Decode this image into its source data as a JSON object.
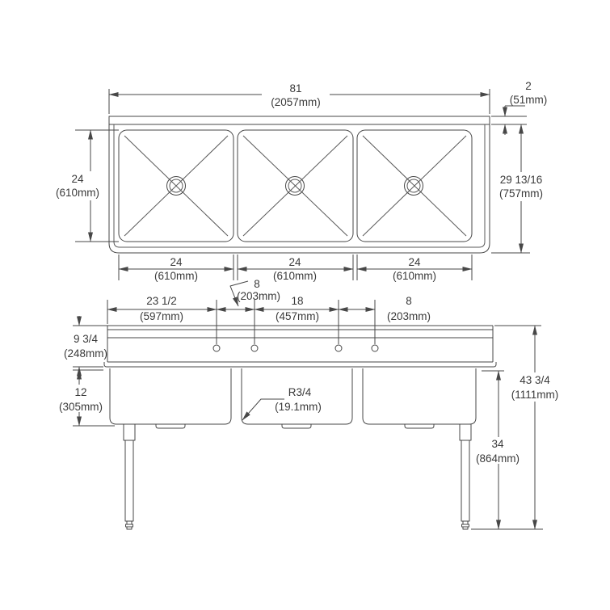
{
  "drawing": {
    "type": "technical-dimension-drawing",
    "subject": "three-compartment-sink",
    "colors": {
      "line": "#474747",
      "text": "#3a3a3a",
      "background": "#ffffff"
    }
  },
  "dims": {
    "overall_width": {
      "in": "81",
      "mm": "(2057mm)"
    },
    "rim_thickness": {
      "in": "2",
      "mm": "(51mm)"
    },
    "overall_depth": {
      "in": "29 13/16",
      "mm": "(757mm)"
    },
    "bowl_front_to_back": {
      "in": "24",
      "mm": "(610mm)"
    },
    "bowl_widths": [
      {
        "in": "24",
        "mm": "(610mm)"
      },
      {
        "in": "24",
        "mm": "(610mm)"
      },
      {
        "in": "24",
        "mm": "(610mm)"
      }
    ],
    "faucet_offset_left": {
      "in": "23 1/2",
      "mm": "(597mm)"
    },
    "faucet_hole_spacing_left": {
      "in": "8",
      "mm": "(203mm)"
    },
    "faucet_spread": {
      "in": "18",
      "mm": "(457mm)"
    },
    "faucet_hole_spacing_right": {
      "in": "8",
      "mm": "(203mm)"
    },
    "deck_height": {
      "in": "9 3/4",
      "mm": "(248mm)"
    },
    "bowl_depth": {
      "in": "12",
      "mm": "(305mm)"
    },
    "corner_radius": {
      "in": "R3/4",
      "mm": "(19.1mm)"
    },
    "overall_height": {
      "in": "43 3/4",
      "mm": "(1111mm)"
    },
    "floor_to_underside": {
      "in": "34",
      "mm": "(864mm)"
    }
  }
}
